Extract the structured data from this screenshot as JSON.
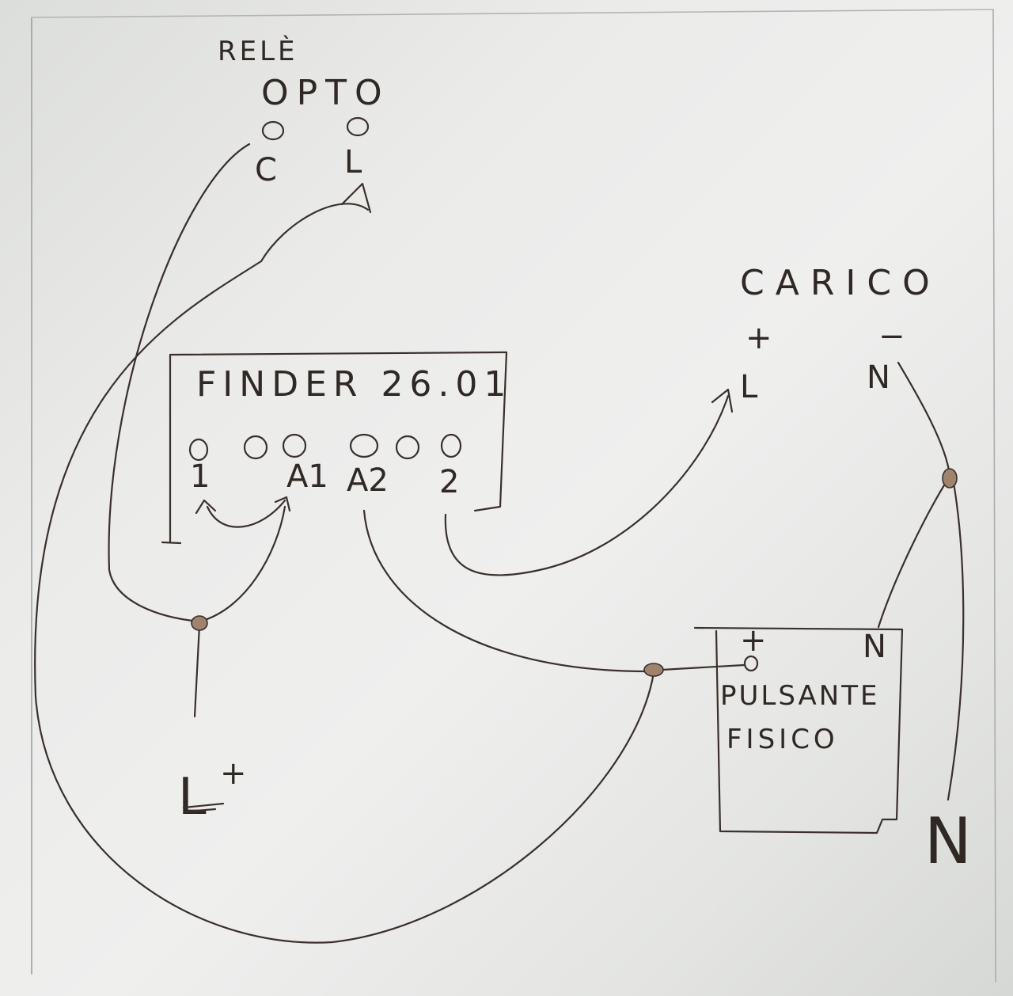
{
  "relay_opto": {
    "title_line1": "RELÈ",
    "title_line2": "OPTO",
    "terminal_c": "C",
    "terminal_l": "L"
  },
  "finder": {
    "title": "FINDER 26.01",
    "terminal_1": "1",
    "terminal_a1": "A1",
    "terminal_a2": "A2",
    "terminal_2": "2"
  },
  "carico": {
    "title": "CARICO",
    "plus": "+",
    "minus": "−",
    "terminal_l": "L",
    "terminal_n": "N"
  },
  "pulsante": {
    "plus": "+",
    "terminal_n": "N",
    "label_line1": "PULSANTE",
    "label_line2": "FISICO"
  },
  "supply": {
    "line_label": "L",
    "line_plus": "+",
    "neutral_label": "N"
  }
}
